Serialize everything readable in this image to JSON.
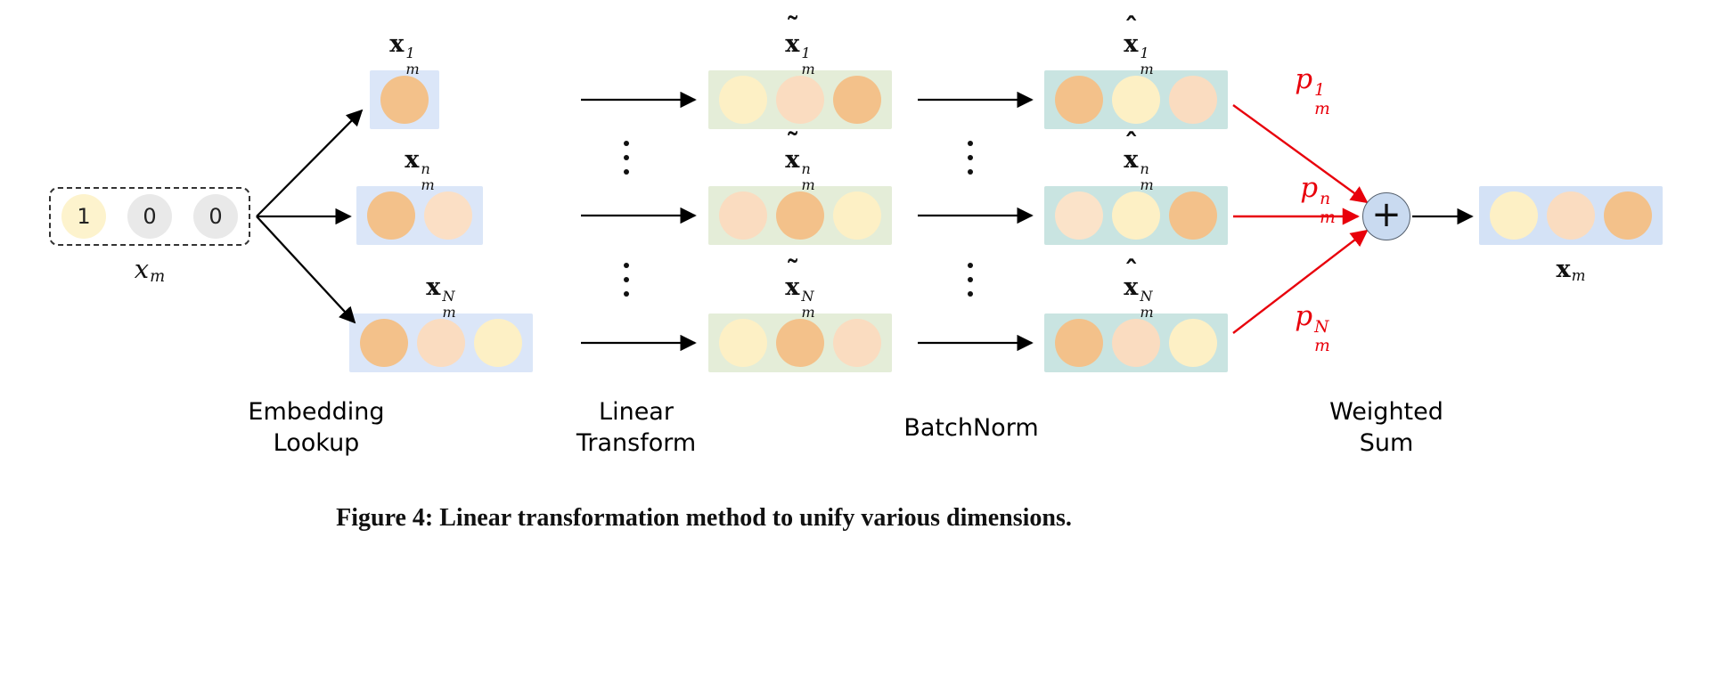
{
  "palette": {
    "embed_box": "#dbe6f8",
    "linear_box": "#e4edd8",
    "batchnorm_box": "#c9e4e1",
    "output_box": "#d4e2f6",
    "onehot_active_cell": "#fdf3cd",
    "onehot_inactive_cell": "#e9e9e9",
    "plus_node_fill": "#c9daf0",
    "arrow_red": "#e8000b",
    "arrow_black": "#000000"
  },
  "input": {
    "cells": [
      "1",
      "0",
      "0"
    ],
    "label": {
      "base": "x",
      "sub": "m"
    }
  },
  "rows": [
    {
      "embed": {
        "label": {
          "accent": "",
          "base": "x",
          "sup": "1",
          "sub": "m"
        },
        "colors": [
          "#f3c18a"
        ]
      },
      "linear": {
        "label": {
          "accent": "˜",
          "base": "x",
          "sup": "1",
          "sub": "m"
        },
        "colors": [
          "#fdf0c5",
          "#fadcc0",
          "#f3c18a"
        ]
      },
      "batchnorm": {
        "label": {
          "accent": "ˆ",
          "base": "x",
          "sup": "1",
          "sub": "m"
        },
        "colors": [
          "#f3c18a",
          "#fdf0c5",
          "#fadcc0"
        ]
      },
      "weight": {
        "base": "p",
        "sup": "1",
        "sub": "m"
      }
    },
    {
      "embed": {
        "label": {
          "accent": "",
          "base": "x",
          "sup": "n",
          "sub": "m"
        },
        "colors": [
          "#f3c18a",
          "#fbdfc5"
        ]
      },
      "linear": {
        "label": {
          "accent": "˜",
          "base": "x",
          "sup": "n",
          "sub": "m"
        },
        "colors": [
          "#fadcc0",
          "#f3c18a",
          "#fdf0c5"
        ]
      },
      "batchnorm": {
        "label": {
          "accent": "ˆ",
          "base": "x",
          "sup": "n",
          "sub": "m"
        },
        "colors": [
          "#fbe3c9",
          "#fdf0c5",
          "#f3c18a"
        ]
      },
      "weight": {
        "base": "p",
        "sup": "n",
        "sub": "m"
      }
    },
    {
      "embed": {
        "label": {
          "accent": "",
          "base": "x",
          "sup": "N",
          "sub": "m"
        },
        "colors": [
          "#f3c18a",
          "#fadcc0",
          "#fdf0c5"
        ]
      },
      "linear": {
        "label": {
          "accent": "˜",
          "base": "x",
          "sup": "N",
          "sub": "m"
        },
        "colors": [
          "#fdf0c5",
          "#f3c18a",
          "#fadcc0"
        ]
      },
      "batchnorm": {
        "label": {
          "accent": "ˆ",
          "base": "x",
          "sup": "N",
          "sub": "m"
        },
        "colors": [
          "#f3c18a",
          "#fadcc0",
          "#fdf0c5"
        ]
      },
      "weight": {
        "base": "p",
        "sup": "N",
        "sub": "m"
      }
    }
  ],
  "plus_node": {
    "symbol": "+"
  },
  "output": {
    "label": {
      "base": "x",
      "sub": "m"
    },
    "colors": [
      "#fdf0c5",
      "#fadcc0",
      "#f3c18a"
    ]
  },
  "stages": [
    {
      "line1": "Embedding",
      "line2": "Lookup"
    },
    {
      "line1": "Linear",
      "line2": "Transform"
    },
    {
      "line1": "BatchNorm",
      "line2": ""
    },
    {
      "line1": "Weighted",
      "line2": "Sum"
    }
  ],
  "caption": "Figure 4: Linear transformation method to unify various dimensions."
}
